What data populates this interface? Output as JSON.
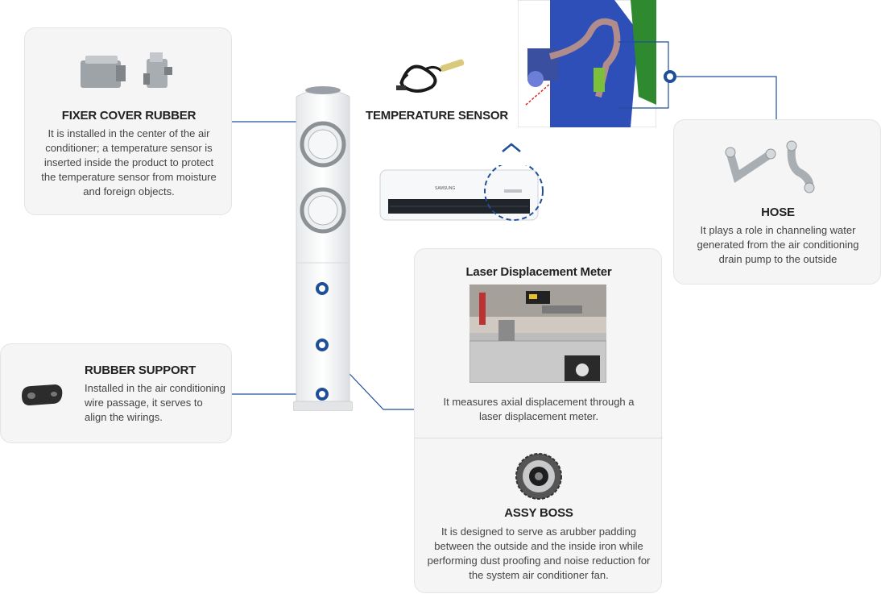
{
  "accent_color": "#1f4f99",
  "fixer_cover": {
    "title": "FIXER COVER RUBBER",
    "description": "It is installed in the center of the air conditioner; a temperature sensor is inserted inside the product to protect the temperature sensor from moisture and foreign objects.",
    "icon": "fixer-cover-rubber-icon"
  },
  "rubber_support": {
    "title": "RUBBER SUPPORT",
    "description": "Installed in the air conditioning wire passage, it serves to align the wirings.",
    "icon": "rubber-support-icon"
  },
  "temperature_sensor": {
    "title": "TEMPERATURE SENSOR",
    "icon": "temperature-sensor-icon"
  },
  "hose": {
    "title": "HOSE",
    "description": "It plays a role in channeling water generated from the air conditioning drain pump to the outside",
    "icon": "hose-icon"
  },
  "laser_meter": {
    "title": "Laser Displacement Meter",
    "description": "It measures axial displacement through a laser displacement meter.",
    "icon": "laser-meter-photo"
  },
  "assy_boss": {
    "title": "ASSY BOSS",
    "description": "It is designed to serve as arubber padding between the outside and the inside iron while performing dust proofing and noise reduction for the system air conditioner fan.",
    "icon": "assy-boss-icon"
  }
}
